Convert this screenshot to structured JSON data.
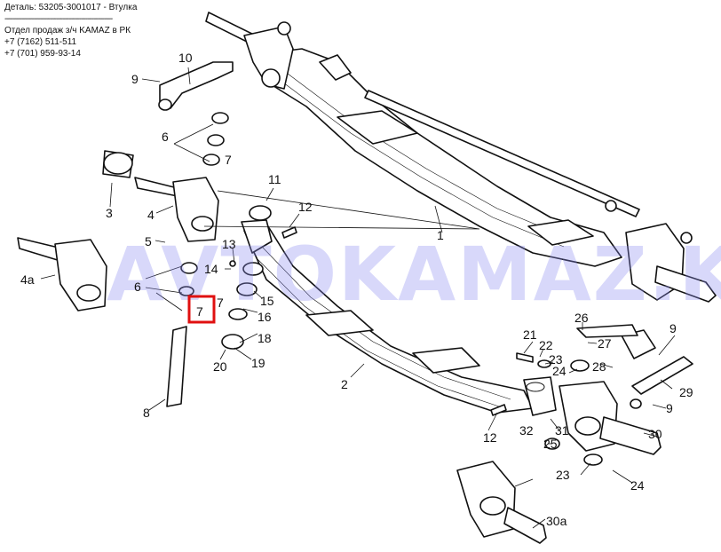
{
  "header": {
    "detail": "Деталь: 53205-3001017 - Втулка",
    "rule": "----------------------------------------------------",
    "dept": "Отдел продаж з/ч KAMAZ в РК",
    "phone1": "+7 (7162) 511-511",
    "phone2": "+7 (701) 959-93-14"
  },
  "watermark": "AVTOKAMAZ.KZ",
  "highlight": {
    "label": "7",
    "color": "#e01010"
  },
  "callouts": {
    "n1": "1",
    "n2": "2",
    "n3": "3",
    "n4": "4",
    "n4a": "4а",
    "n5": "5",
    "n6a": "6",
    "n6b": "6",
    "n7a": "7",
    "n7b": "7",
    "n8": "8",
    "n9a": "9",
    "n9b": "9",
    "n9c": "9",
    "n10": "10",
    "n11": "11",
    "n12a": "12",
    "n12b": "12",
    "n13": "13",
    "n14": "14",
    "n15": "15",
    "n16": "16",
    "n18": "18",
    "n19": "19",
    "n20": "20",
    "n21": "21",
    "n22": "22",
    "n23a": "23",
    "n23b": "23",
    "n24a": "24",
    "n24b": "24",
    "n25": "25",
    "n26": "26",
    "n27": "27",
    "n28": "28",
    "n29": "29",
    "n30": "30",
    "n30a": "30а",
    "n31": "31",
    "n32": "32"
  }
}
